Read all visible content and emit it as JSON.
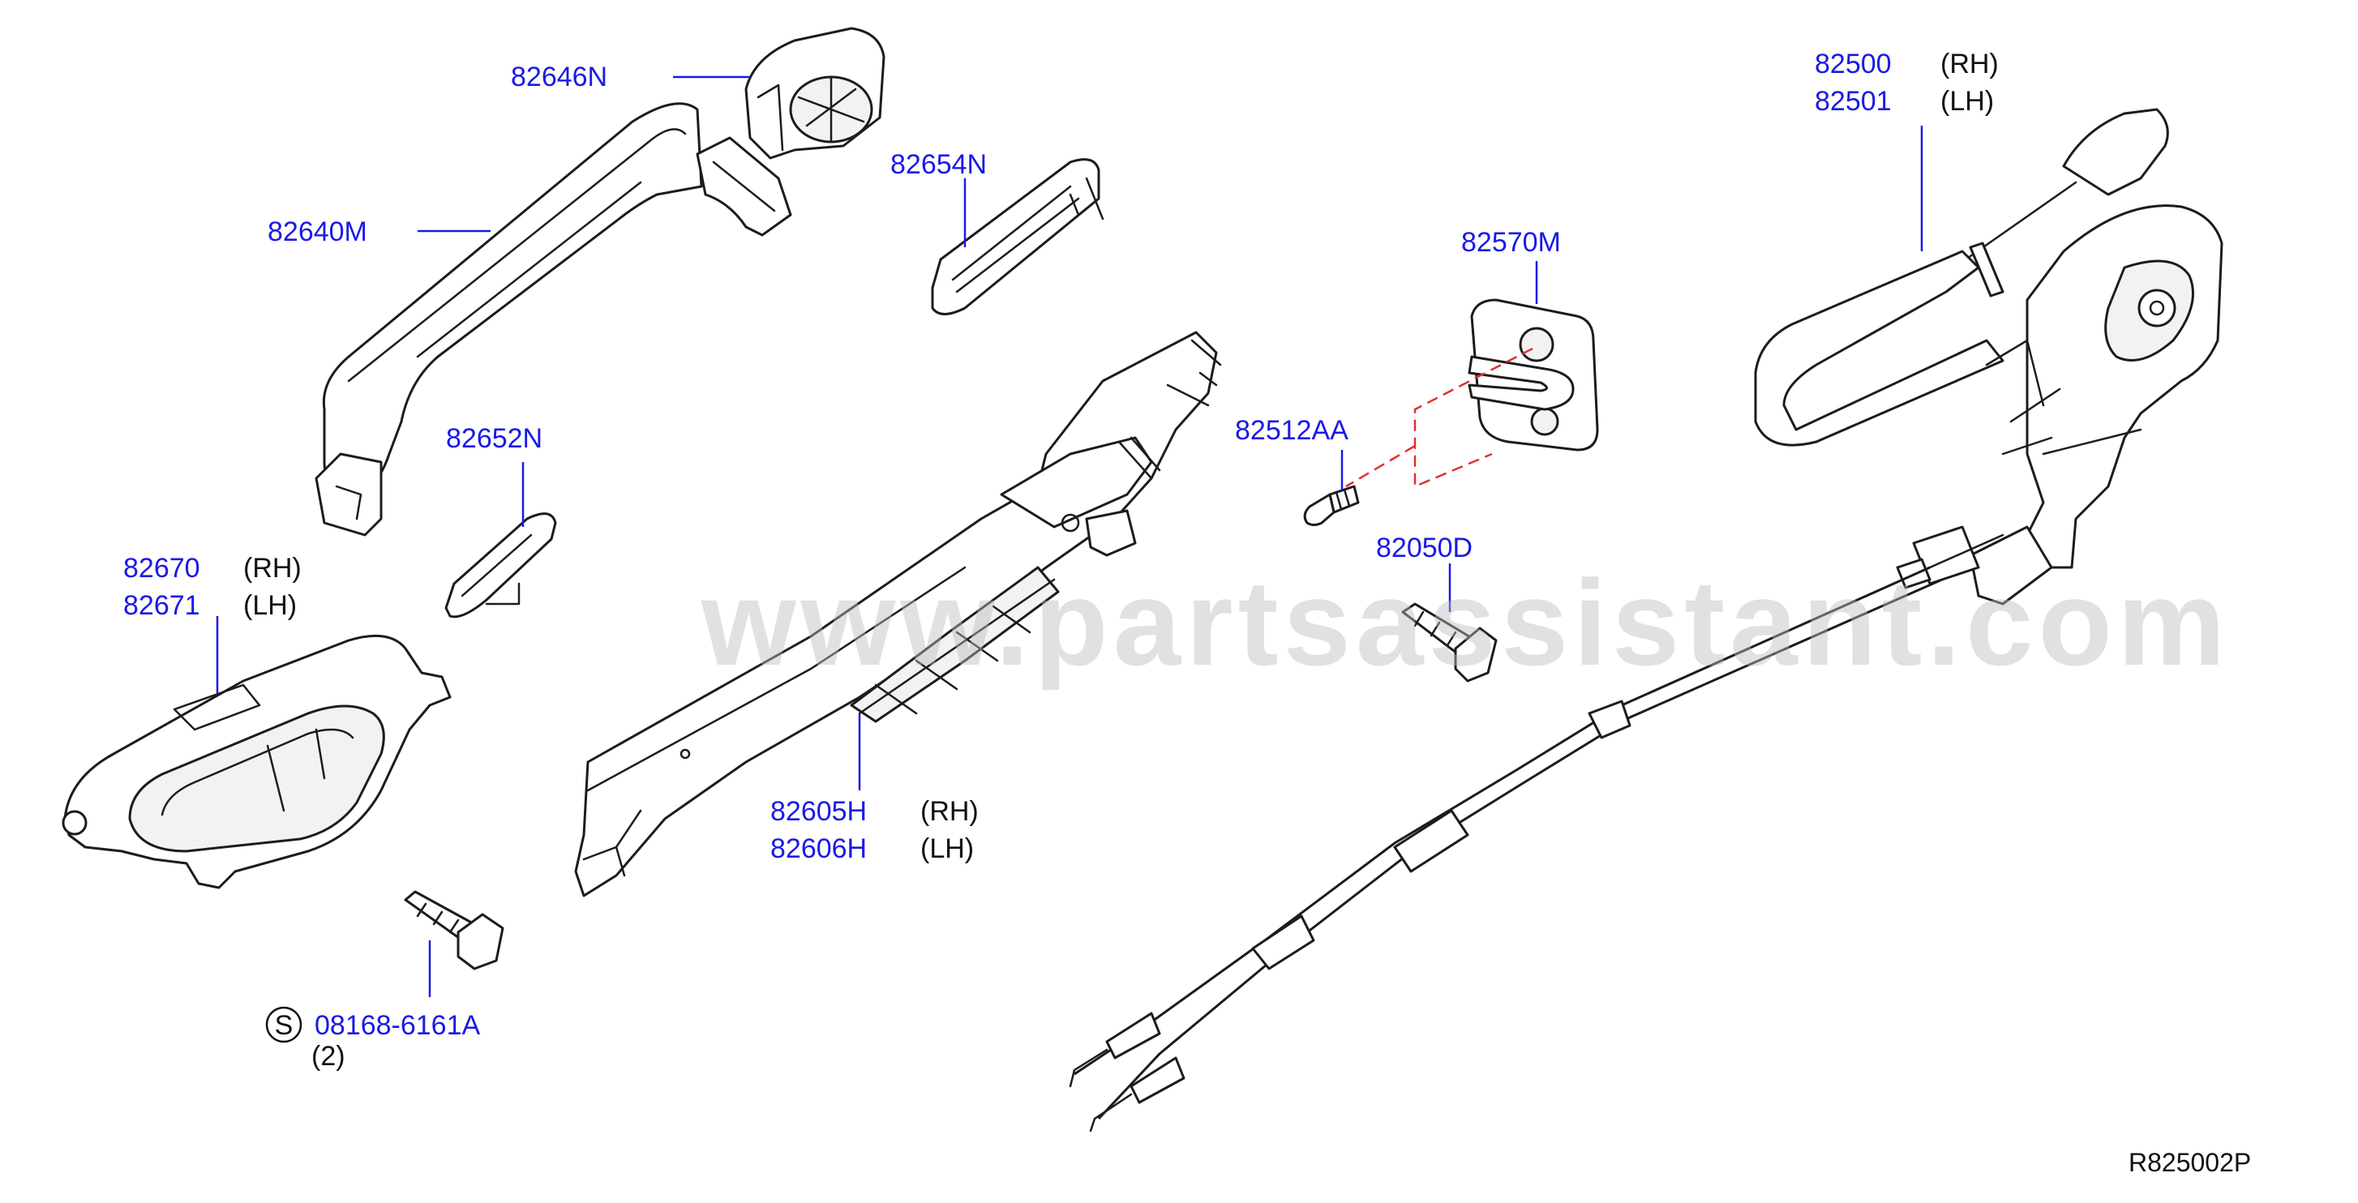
{
  "diagram": {
    "watermark": "www.partsassistant.com",
    "reference_code": "R825002P",
    "callouts": {
      "c82646N": {
        "number": "82646N"
      },
      "c82640M": {
        "number": "82640M"
      },
      "c82654N": {
        "number": "82654N"
      },
      "c82652N": {
        "number": "82652N"
      },
      "c82670": {
        "number": "82670",
        "side": "(RH)"
      },
      "c82671": {
        "number": "82671",
        "side": "(LH)"
      },
      "c82605H": {
        "number": "82605H",
        "side": "(RH)"
      },
      "c82606H": {
        "number": "82606H",
        "side": "(LH)"
      },
      "c82570M": {
        "number": "82570M"
      },
      "c82512AA": {
        "number": "82512AA"
      },
      "c82050D": {
        "number": "82050D"
      },
      "c82500": {
        "number": "82500",
        "side": "(RH)"
      },
      "c82501": {
        "number": "82501",
        "side": "(LH)"
      },
      "c08168": {
        "symbol": "S",
        "number": "08168-6161A",
        "qty": "(2)"
      }
    }
  }
}
